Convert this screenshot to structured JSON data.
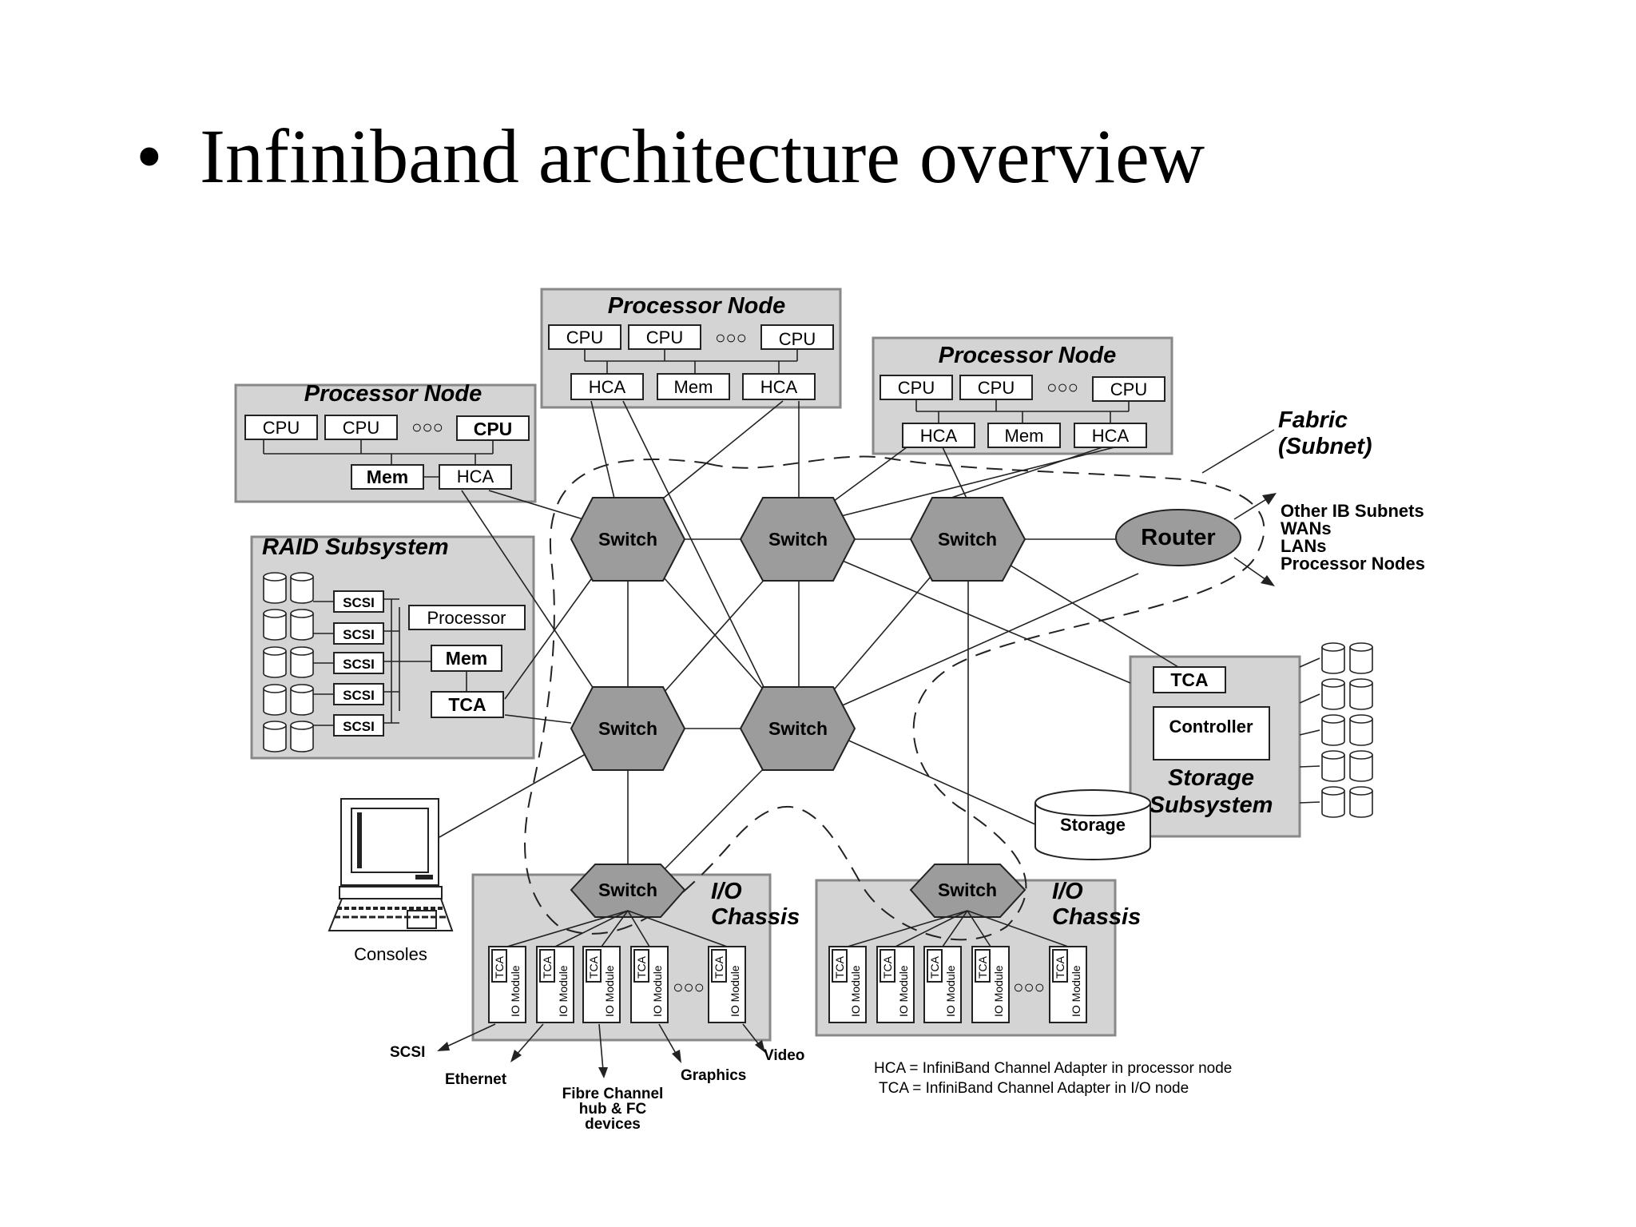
{
  "slide": {
    "bullet": "•",
    "title": "Infiniband architecture overview"
  },
  "diagram": {
    "processor_node_label": "Processor Node",
    "cpu_label": "CPU",
    "hca_label": "HCA",
    "mem_label": "Mem",
    "ellipsis": "○○○",
    "switch_label": "Switch",
    "router_label": "Router",
    "fabric_label_line1": "Fabric",
    "fabric_label_line2": "(Subnet)",
    "router_targets": [
      "Other IB Subnets",
      "WANs",
      "LANs",
      "Processor Nodes"
    ],
    "raid": {
      "title": "RAID Subsystem",
      "scsi_label": "SCSI",
      "processor_label": "Processor",
      "mem_label": "Mem",
      "tca_label": "TCA"
    },
    "storage_subsystem": {
      "tca_label": "TCA",
      "controller_label": "Controller",
      "title_line1": "Storage",
      "title_line2": "Subsystem"
    },
    "storage_label": "Storage",
    "consoles_label": "Consoles",
    "io_chassis_line1": "I/O",
    "io_chassis_line2": "Chassis",
    "io_module_tca": "TCA",
    "io_module_label": "IO Module",
    "io_outputs": {
      "scsi": "SCSI",
      "ethernet": "Ethernet",
      "fibre_line1": "Fibre Channel",
      "fibre_line2": "hub & FC",
      "fibre_line3": "devices",
      "graphics": "Graphics",
      "video": "Video"
    },
    "legend": [
      "HCA = InfiniBand Channel Adapter in processor node",
      "TCA = InfiniBand Channel Adapter in I/O node"
    ]
  }
}
